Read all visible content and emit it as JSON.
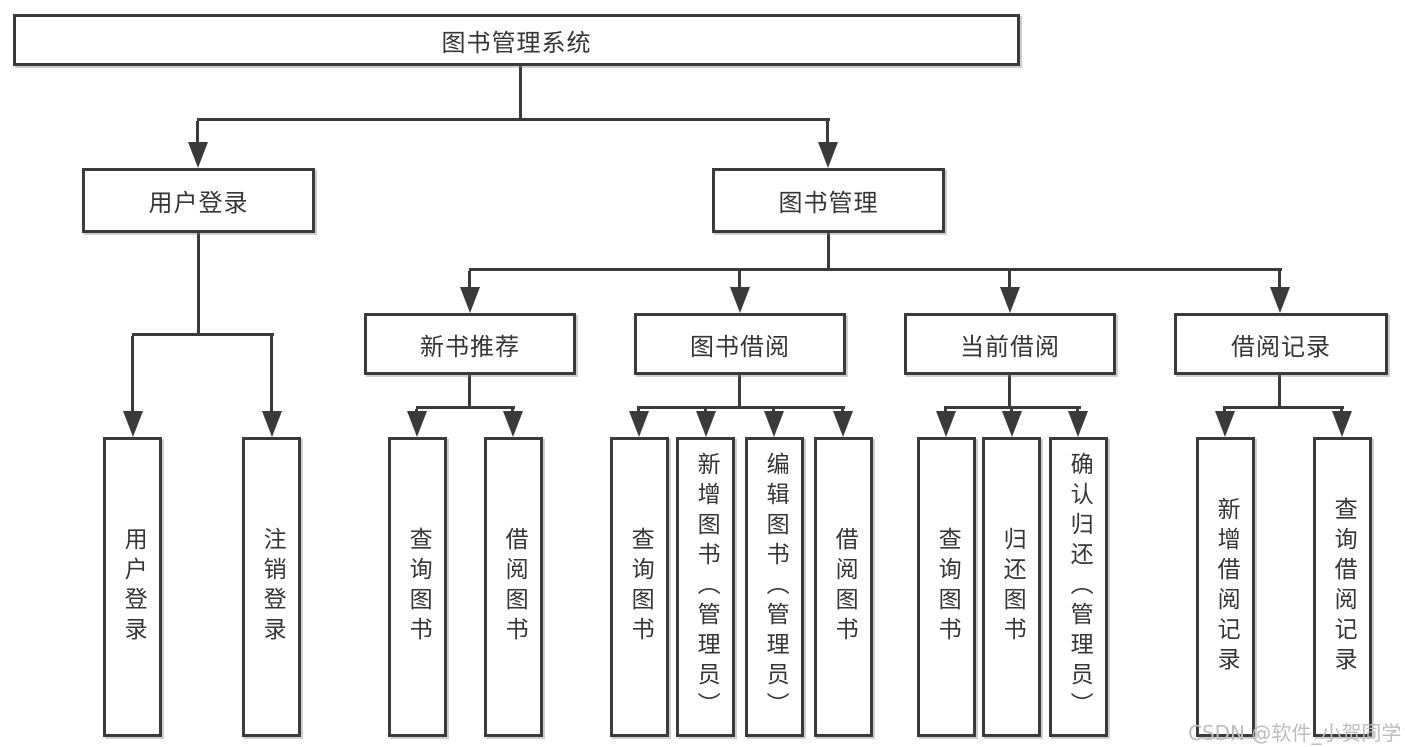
{
  "tree": {
    "label": "图书管理系统",
    "children": [
      {
        "label": "用户登录",
        "children": [
          {
            "label": "用户登录"
          },
          {
            "label": "注销登录"
          }
        ]
      },
      {
        "label": "图书管理",
        "children": [
          {
            "label": "新书推荐",
            "children": [
              {
                "label": "查询图书"
              },
              {
                "label": "借阅图书"
              }
            ]
          },
          {
            "label": "图书借阅",
            "children": [
              {
                "label": "查询图书"
              },
              {
                "label": "新增图书（管理员）"
              },
              {
                "label": "编辑图书（管理员）"
              },
              {
                "label": "借阅图书"
              }
            ]
          },
          {
            "label": "当前借阅",
            "children": [
              {
                "label": "查询图书"
              },
              {
                "label": "归还图书"
              },
              {
                "label": "确认归还（管理员）"
              }
            ]
          },
          {
            "label": "借阅记录",
            "children": [
              {
                "label": "新增借阅记录"
              },
              {
                "label": "查询借阅记录"
              }
            ]
          }
        ]
      }
    ]
  },
  "watermark": "CSDN @软件_小贺同学",
  "colors": {
    "line": "#3a3a3a",
    "text": "#353535",
    "watermark": "#bdbdbd"
  }
}
